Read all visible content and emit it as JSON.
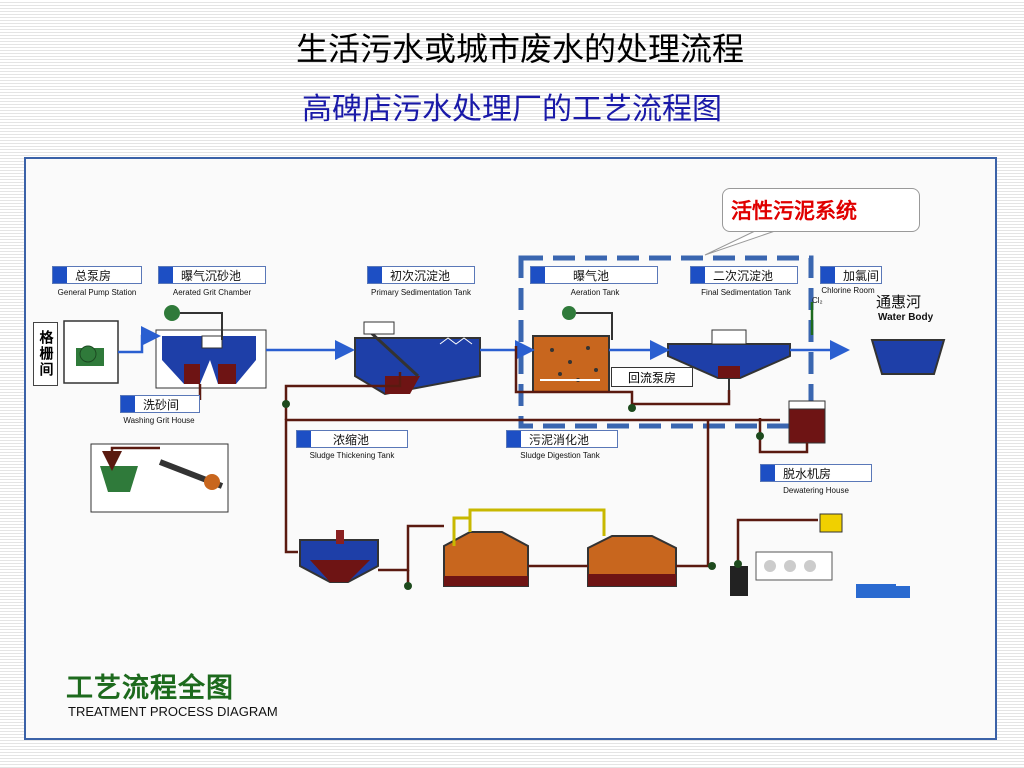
{
  "slide": {
    "title": "生活污水或城市废水的处理流程",
    "subtitle": "高碑店污水处理厂的工艺流程图"
  },
  "callout": {
    "text": "活性污泥系统"
  },
  "units": [
    {
      "id": "pump",
      "cn": "总泵房",
      "en": "General Pump Station"
    },
    {
      "id": "grit",
      "cn": "曝气沉砂池",
      "en": "Aerated Grit Chamber"
    },
    {
      "id": "primary",
      "cn": "初次沉淀池",
      "en": "Primary Sedimentation Tank"
    },
    {
      "id": "aeration",
      "cn": "曝气池",
      "en": "Aeration Tank"
    },
    {
      "id": "final",
      "cn": "二次沉淀池",
      "en": "Final Sedimentation Tank"
    },
    {
      "id": "chlorine",
      "cn": "加氯间",
      "en": "Chlorine Room"
    },
    {
      "id": "washing",
      "cn": "洗砂间",
      "en": "Washing Grit House"
    },
    {
      "id": "thickening",
      "cn": "浓缩池",
      "en": "Sludge Thickening Tank"
    },
    {
      "id": "digestion",
      "cn": "污泥消化池",
      "en": "Sludge Digestion Tank"
    },
    {
      "id": "dewatering",
      "cn": "脱水机房",
      "en": "Dewatering House"
    }
  ],
  "screen": {
    "text": "格栅间"
  },
  "return_pump": {
    "text": "回流泵房"
  },
  "chlorine_symbol": "Cl₂",
  "water_body": {
    "cn": "通惠河",
    "en": "Water Body"
  },
  "diagram": {
    "cn": "工艺流程全图",
    "en": "TREATMENT PROCESS DIAGRAM"
  },
  "colors": {
    "water": "#1e3fa8",
    "sludge": "#6e1414",
    "digester": "#c8661e",
    "pipe": "#5a1a10",
    "flow": "#2a5fd0",
    "frame": "#3b62a8",
    "callout_text": "#e00000",
    "diagram_title": "#1d6a1d"
  }
}
